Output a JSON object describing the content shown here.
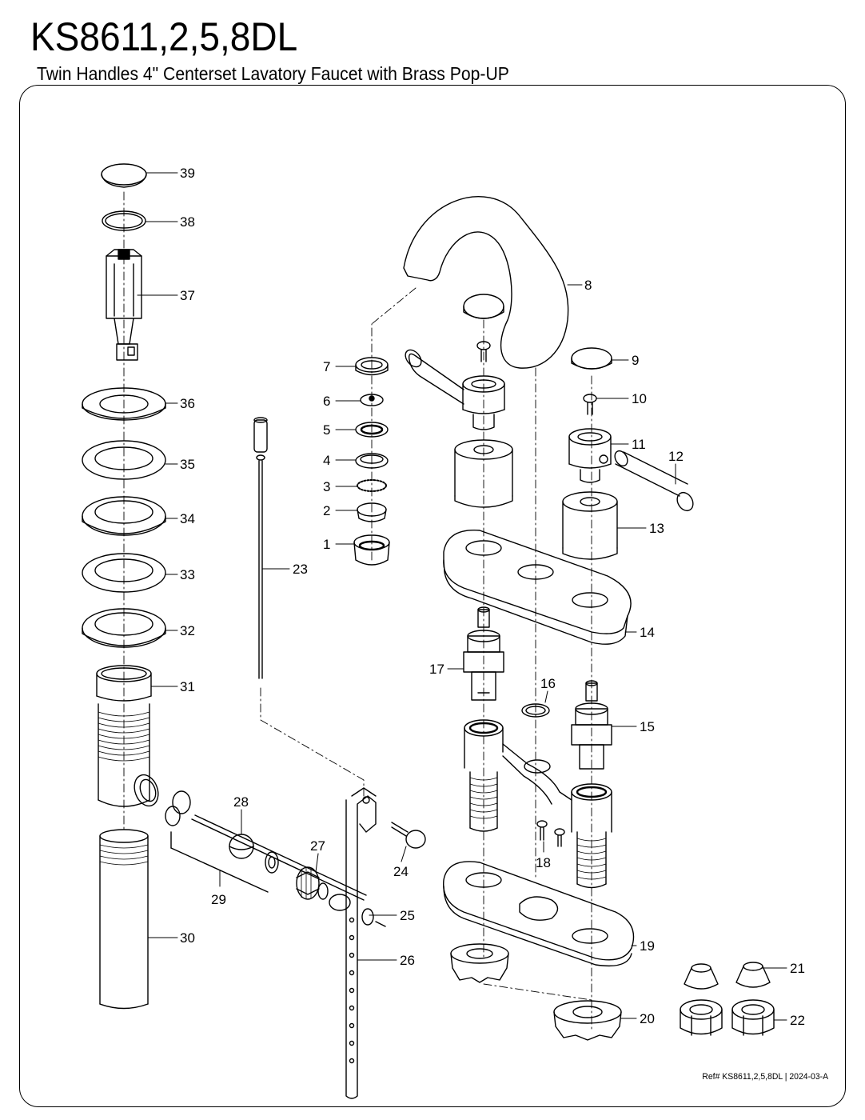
{
  "header": {
    "model": "KS8611,2,5,8DL",
    "subtitle": "Twin Handles 4\" Centerset Lavatory Faucet with Brass Pop-UP"
  },
  "footer": {
    "ref": "Ref# KS8611,2,5,8DL | 2024-03-A"
  },
  "callouts": {
    "p1": "1",
    "p2": "2",
    "p3": "3",
    "p4": "4",
    "p5": "5",
    "p6": "6",
    "p7": "7",
    "p8": "8",
    "p9": "9",
    "p10": "10",
    "p11": "11",
    "p12": "12",
    "p13": "13",
    "p14": "14",
    "p15": "15",
    "p16": "16",
    "p17": "17",
    "p18": "18",
    "p19": "19",
    "p20": "20",
    "p21": "21",
    "p22": "22",
    "p23": "23",
    "p24": "24",
    "p25": "25",
    "p26": "26",
    "p27": "27",
    "p28": "28",
    "p29": "29",
    "p30": "30",
    "p31": "31",
    "p32": "32",
    "p33": "33",
    "p34": "34",
    "p35": "35",
    "p36": "36",
    "p37": "37",
    "p38": "38",
    "p39": "39"
  }
}
